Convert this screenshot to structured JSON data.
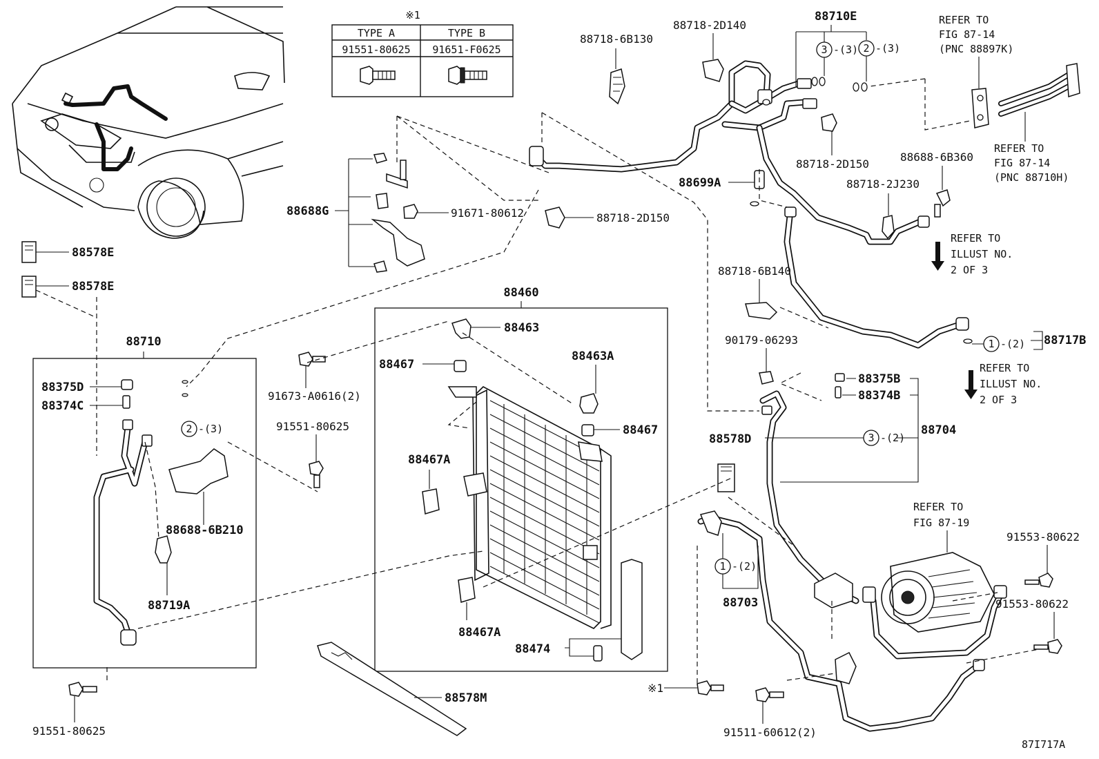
{
  "table": {
    "note": "※1",
    "headers": [
      "TYPE A",
      "TYPE B"
    ],
    "parts": [
      "91551-80625",
      "91651-F0625"
    ]
  },
  "labels": {
    "p88718_6B130": "88718-6B130",
    "p88718_2D140": "88718-2D140",
    "p88710E": "88710E",
    "p88710E_c3": "3",
    "p88710E_q3": "-(3)",
    "p88710E_c2": "2",
    "p88710E_q2": "-(3)",
    "p88718_2D150_a": "88718-2D150",
    "p88688_6B360": "88688-6B360",
    "p88699A": "88699A",
    "p88718_2J230": "88718-2J230",
    "p88688G": "88688G",
    "p91671_80612": "91671-80612",
    "p88718_2D150_b": "88718-2D150",
    "p88578E_a": "88578E",
    "p88578E_b": "88578E",
    "p88460": "88460",
    "p88463": "88463",
    "p88467_a": "88467",
    "p88463A": "88463A",
    "p88467_b": "88467",
    "p88467A_a": "88467A",
    "p88467A_b": "88467A",
    "p88474": "88474",
    "p88578M": "88578M",
    "p88710": "88710",
    "p88375D": "88375D",
    "p88374C": "88374C",
    "p88710_c2": "2",
    "p88710_q2": "-(3)",
    "p88688_6B210": "88688-6B210",
    "p88719A": "88719A",
    "p91551_80625_a": "91551-80625",
    "p91673_A0616": "91673-A0616(2)",
    "p91551_80625_b": "91551-80625",
    "p88718_6B140": "88718-6B140",
    "p90179_06293": "90179-06293",
    "p88717B": "88717B",
    "p88717B_c1": "1",
    "p88717B_q": "-(2)",
    "p88375B": "88375B",
    "p88374B": "88374B",
    "p88704": "88704",
    "p88578D": "88578D",
    "p88704_c3": "3",
    "p88704_q": "-(2)",
    "p88703": "88703",
    "p88703_c1": "1",
    "p88703_q": "-(2)",
    "p91553_80622_a": "91553-80622",
    "p91553_80622_b": "91553-80622",
    "p_note1": "※1",
    "p91511_60612": "91511-60612(2)",
    "fig_id": "87I717A"
  },
  "refs": {
    "r1": [
      "REFER TO",
      "FIG 87-14",
      "(PNC 88897K)"
    ],
    "r2": [
      "REFER TO",
      "FIG 87-14",
      "(PNC 88710H)"
    ],
    "r3": [
      "REFER TO",
      "ILLUST NO.",
      "2 OF 3"
    ],
    "r4": [
      "REFER TO",
      "ILLUST NO.",
      "2 OF 3"
    ],
    "r5": [
      "REFER TO",
      "FIG 87-19"
    ]
  }
}
